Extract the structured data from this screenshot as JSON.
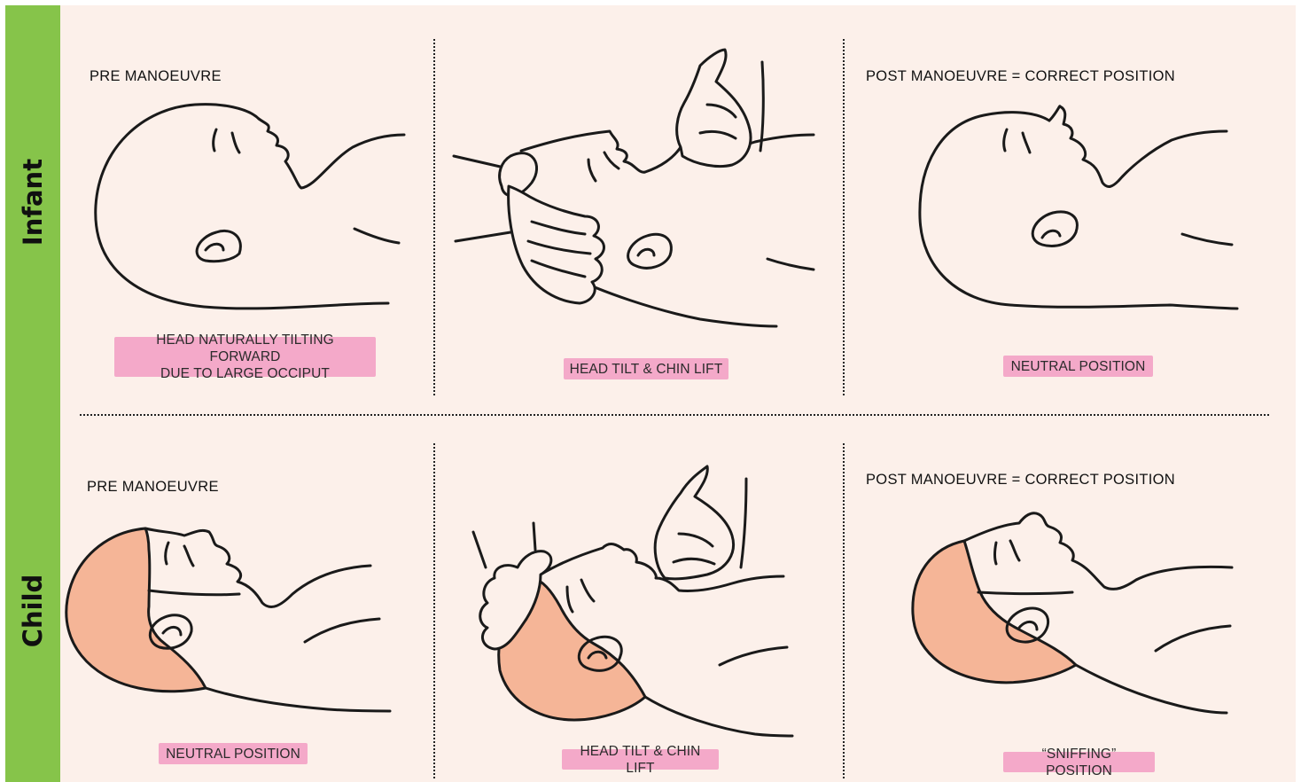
{
  "rows": [
    {
      "label": "Infant",
      "panels": [
        {
          "heading": "PRE MANOEUVRE",
          "tag_lines": [
            "HEAD NATURALLY TILTING FORWARD",
            "DUE TO LARGE OCCIPUT"
          ]
        },
        {
          "heading": "",
          "tag_lines": [
            "HEAD TILT & CHIN LIFT"
          ]
        },
        {
          "heading": "POST MANOEUVRE = CORRECT POSITION",
          "tag_lines": [
            "NEUTRAL POSITION"
          ]
        }
      ]
    },
    {
      "label": "Child",
      "panels": [
        {
          "heading": "PRE MANOEUVRE",
          "tag_lines": [
            "NEUTRAL POSITION"
          ]
        },
        {
          "heading": "",
          "tag_lines": [
            "HEAD TILT & CHIN LIFT"
          ]
        },
        {
          "heading": "POST MANOEUVRE = CORRECT POSITION",
          "tag_lines": [
            "“SNIFFING” POSITION"
          ]
        }
      ]
    }
  ],
  "colors": {
    "side_bar": "#86c44a",
    "background": "#fcf0ea",
    "tag": "#f4a9c9",
    "occiput": "#f5b597",
    "line": "#1a1a1a"
  },
  "icons": [
    "infant-head-illustration",
    "child-head-illustration",
    "hand-illustration"
  ]
}
